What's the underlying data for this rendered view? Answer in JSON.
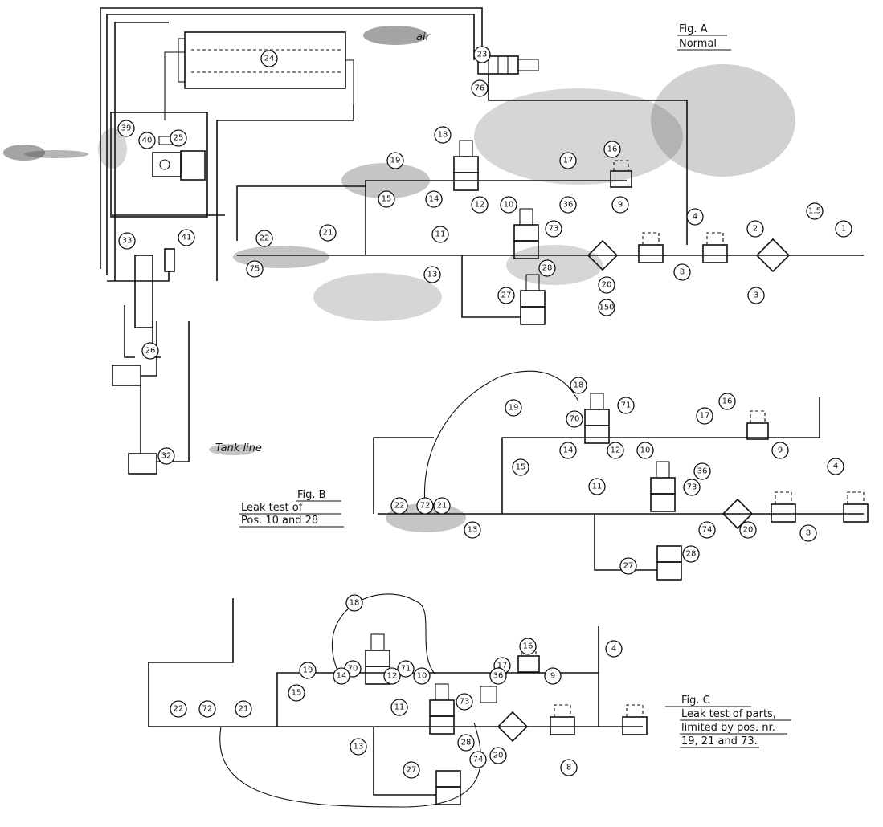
{
  "colors": {
    "ink": "#111111",
    "stain": "#5a5a5a",
    "paper": "#ffffff"
  },
  "captions": {
    "fig_a": {
      "title": "Fig. A",
      "subtitle": "Normal"
    },
    "fig_b": {
      "title": "Fig. B",
      "line1": "Leak test of",
      "line2": "Pos. 10 and 28"
    },
    "fig_c": {
      "title": "Fig. C",
      "line1": "Leak test of parts,",
      "line2": "limited by pos. nr.",
      "line3": "19, 21 and 73."
    }
  },
  "handwritten_notes": [
    "air",
    "Tank line"
  ],
  "figure_a_labels": [
    "24",
    "23",
    "76",
    "39",
    "40",
    "25",
    "18",
    "19",
    "17",
    "16",
    "15",
    "14",
    "12",
    "10",
    "36",
    "9",
    "4",
    "2",
    "1.5",
    "1",
    "22",
    "21",
    "11",
    "73",
    "33",
    "41",
    "75",
    "13",
    "28",
    "20",
    "8",
    "3",
    "27",
    "150",
    "26",
    "32"
  ],
  "figure_b_labels": [
    "18",
    "71",
    "19",
    "70",
    "17",
    "16",
    "15",
    "14",
    "12",
    "10",
    "36",
    "9",
    "4",
    "22",
    "72",
    "21",
    "11",
    "73",
    "13",
    "28",
    "74",
    "20",
    "8",
    "27"
  ],
  "figure_c_labels": [
    "18",
    "19",
    "70",
    "71",
    "17",
    "16",
    "15",
    "14",
    "12",
    "10",
    "36",
    "9",
    "4",
    "22",
    "72",
    "21",
    "11",
    "73",
    "13",
    "28",
    "74",
    "20",
    "8",
    "27"
  ]
}
